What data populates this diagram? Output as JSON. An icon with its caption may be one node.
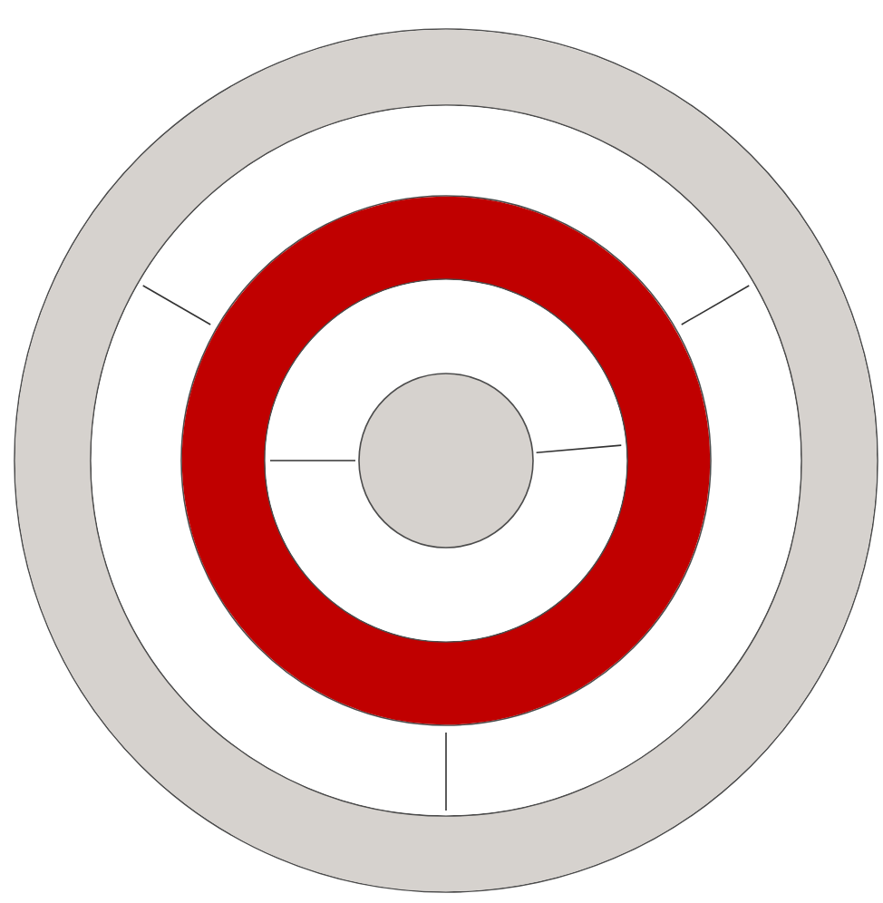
{
  "diagram": {
    "nodes": [
      {
        "text": [],
        "shape": "ring"
      },
      {
        "text": [],
        "shape": "ring",
        "in": 0
      },
      {
        "text": [],
        "shape": "ring",
        "in": 1
      },
      {
        "text": [],
        "shape": "ring",
        "in": 2
      },
      {
        "text": [],
        "shape": "circle",
        "in": 3
      }
    ]
  }
}
